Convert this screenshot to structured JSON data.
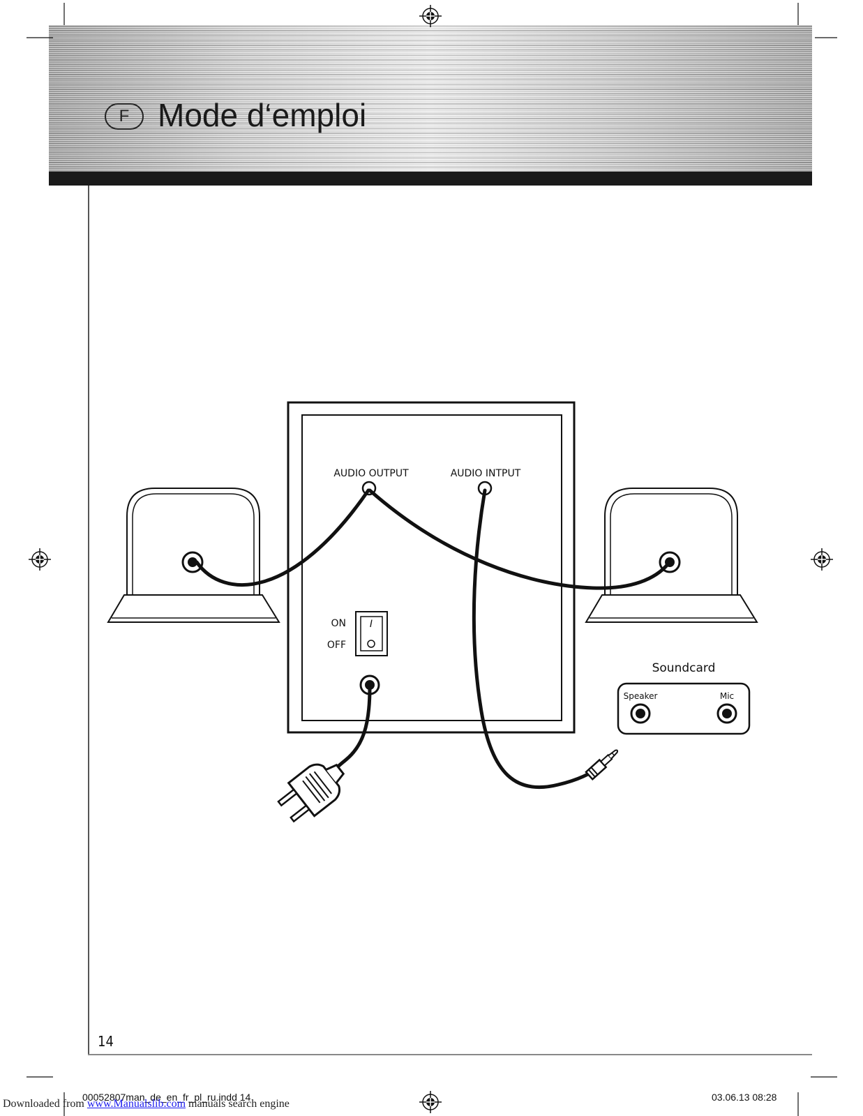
{
  "header": {
    "language_badge": "F",
    "title": "Mode d‘emploi"
  },
  "diagram": {
    "label_audio_output": "AUDIO OUTPUT",
    "label_audio_input": "AUDIO INTPUT",
    "label_on": "ON",
    "label_off": "OFF",
    "switch_on_symbol": "I",
    "switch_off_symbol": "O",
    "soundcard_title": "Soundcard",
    "soundcard_speaker": "Speaker",
    "soundcard_mic": "Mic"
  },
  "page_number": "14",
  "footer": {
    "file_name": "00052807man_de_en_fr_pl_ru.indd 14",
    "date_time": "03.06.13   08:28",
    "download_prefix": "Downloaded from ",
    "download_link": "www.Manualslib.com",
    "download_suffix": " manuals search engine"
  }
}
